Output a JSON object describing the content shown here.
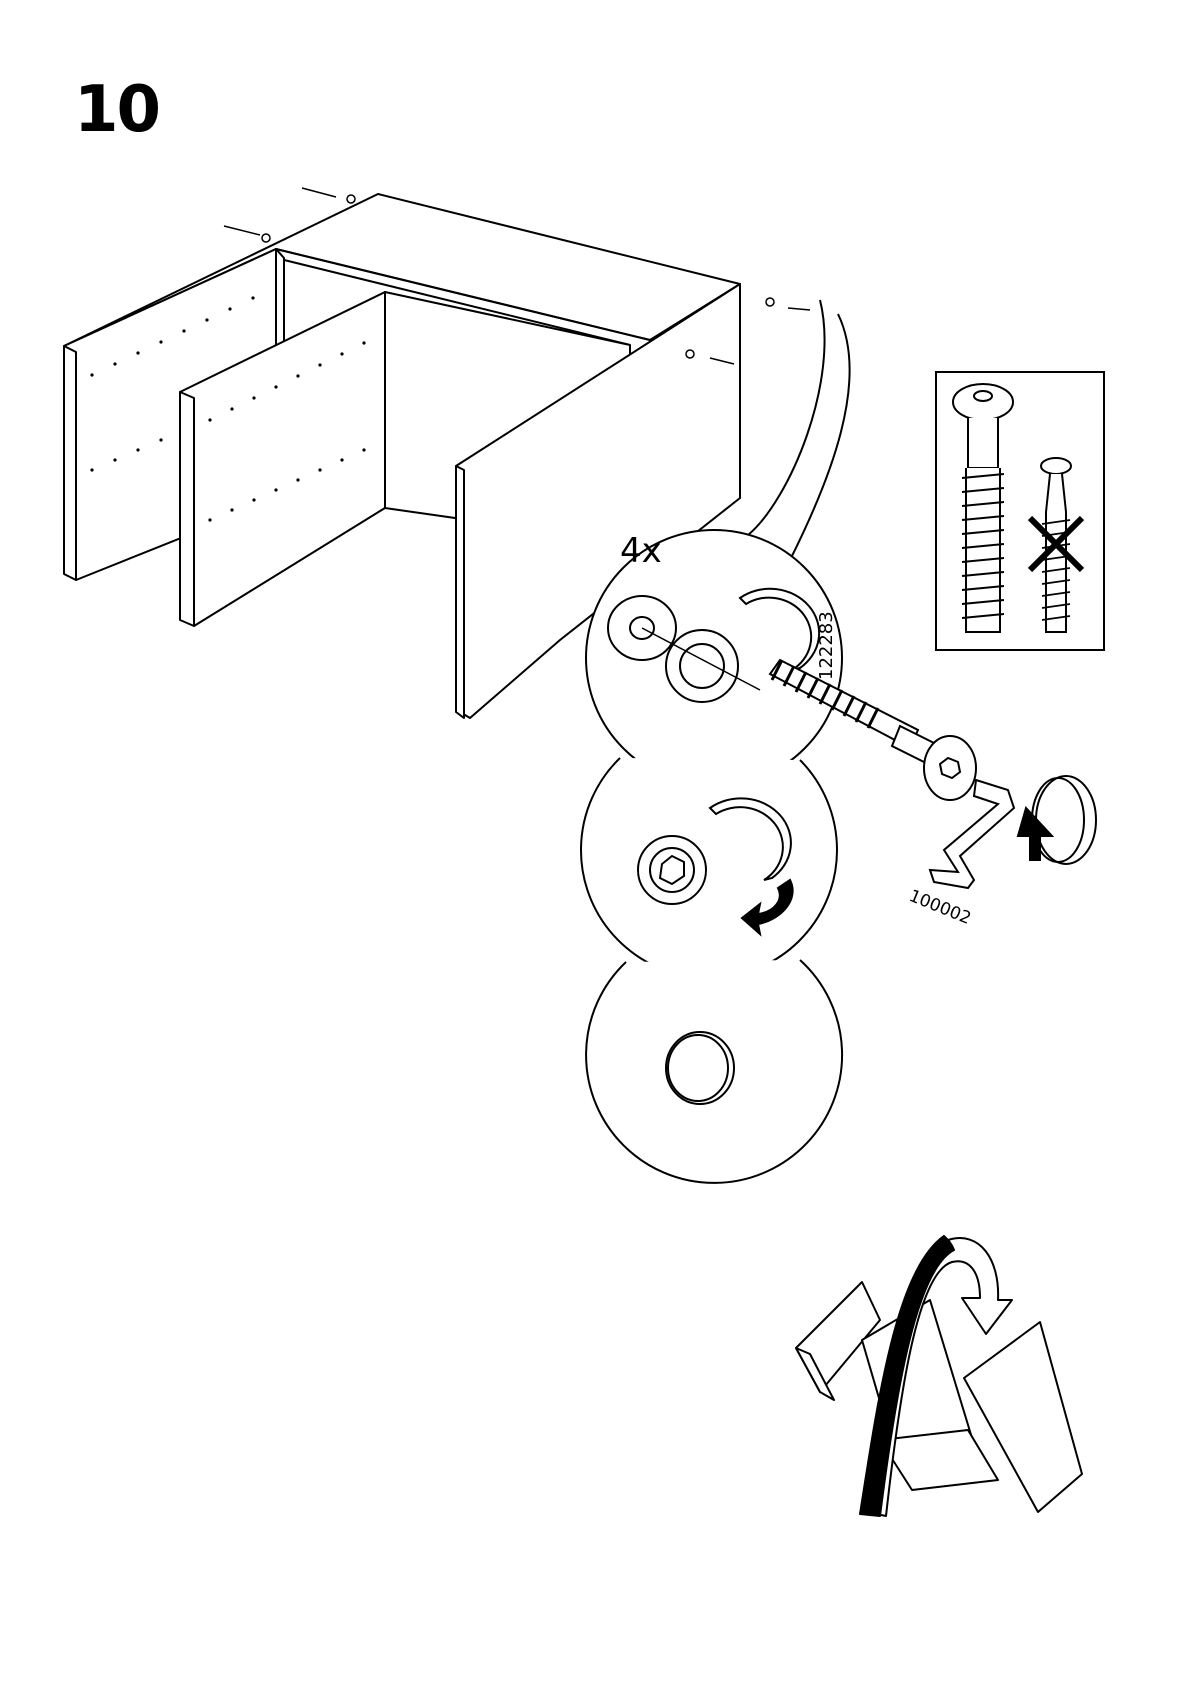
{
  "page": {
    "step_number": "10"
  },
  "detail": {
    "quantity": "4x",
    "cover_cap_part_no": "122283",
    "hex_key_part_no": "100002"
  },
  "icons": {
    "step": "step-number",
    "cabinet": "cabinet-assembly-drawing",
    "correct_screw": "long-hex-screw-icon",
    "wrong_screw": "short-screw-crossed-icon",
    "cover_cap": "cover-cap-icon",
    "hex_key": "hex-key-icon",
    "turn_arrow": "rotate-arrow-icon",
    "flip_arrow": "flip-over-arrow-icon"
  },
  "colors": {
    "ink": "#000000",
    "paper": "#ffffff"
  }
}
